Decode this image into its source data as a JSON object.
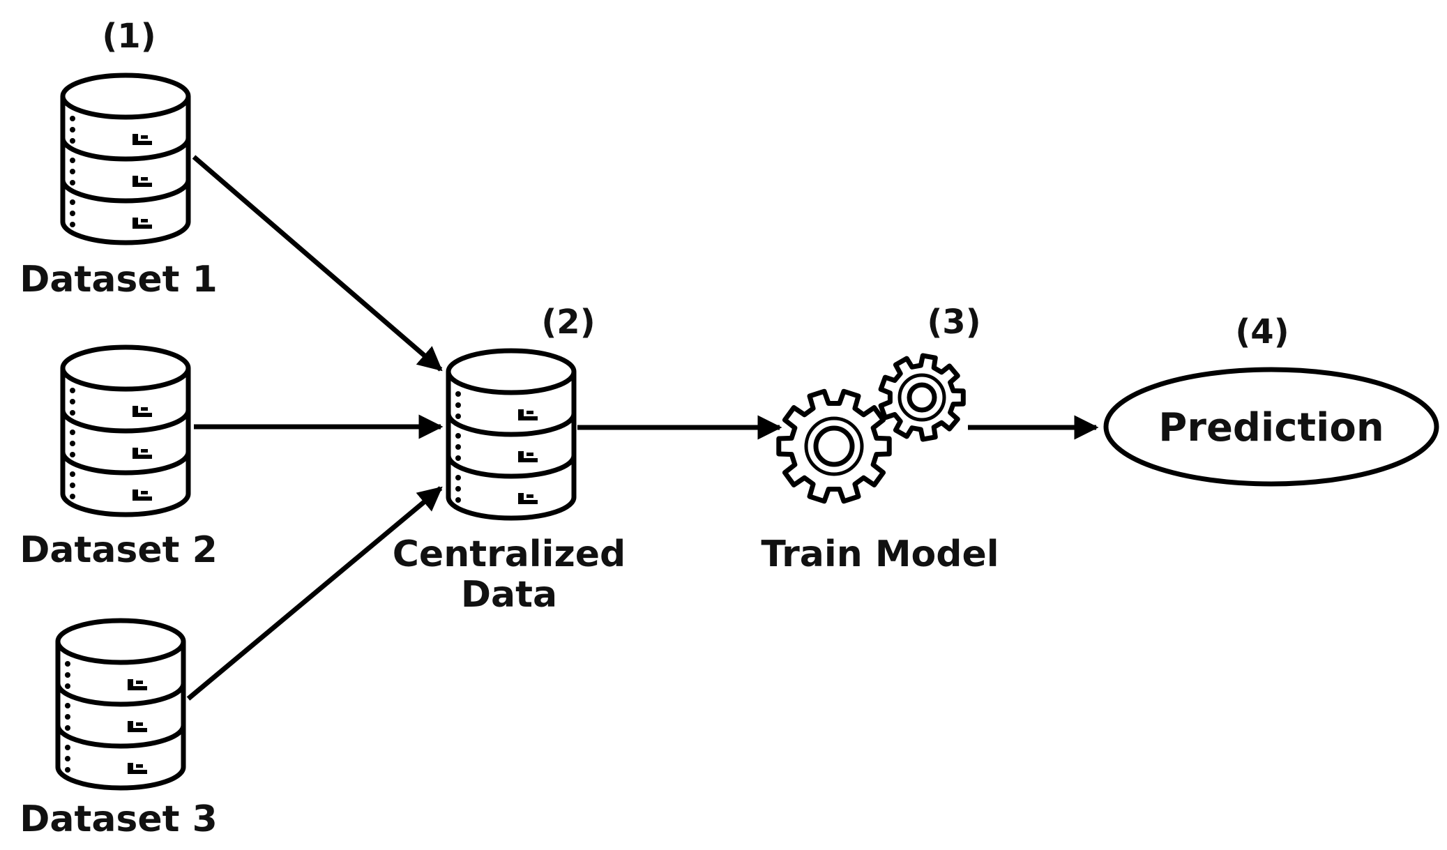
{
  "steps": {
    "s1": "(1)",
    "s2": "(2)",
    "s3": "(3)",
    "s4": "(4)"
  },
  "datasets": {
    "d1": "Dataset 1",
    "d2": "Dataset 2",
    "d3": "Dataset 3"
  },
  "central": {
    "line1": "Centralized",
    "line2": "Data"
  },
  "train": {
    "label": "Train Model"
  },
  "prediction": {
    "label": "Prediction"
  },
  "icons": {
    "database": "database-icon",
    "gears": "gears-icon"
  }
}
